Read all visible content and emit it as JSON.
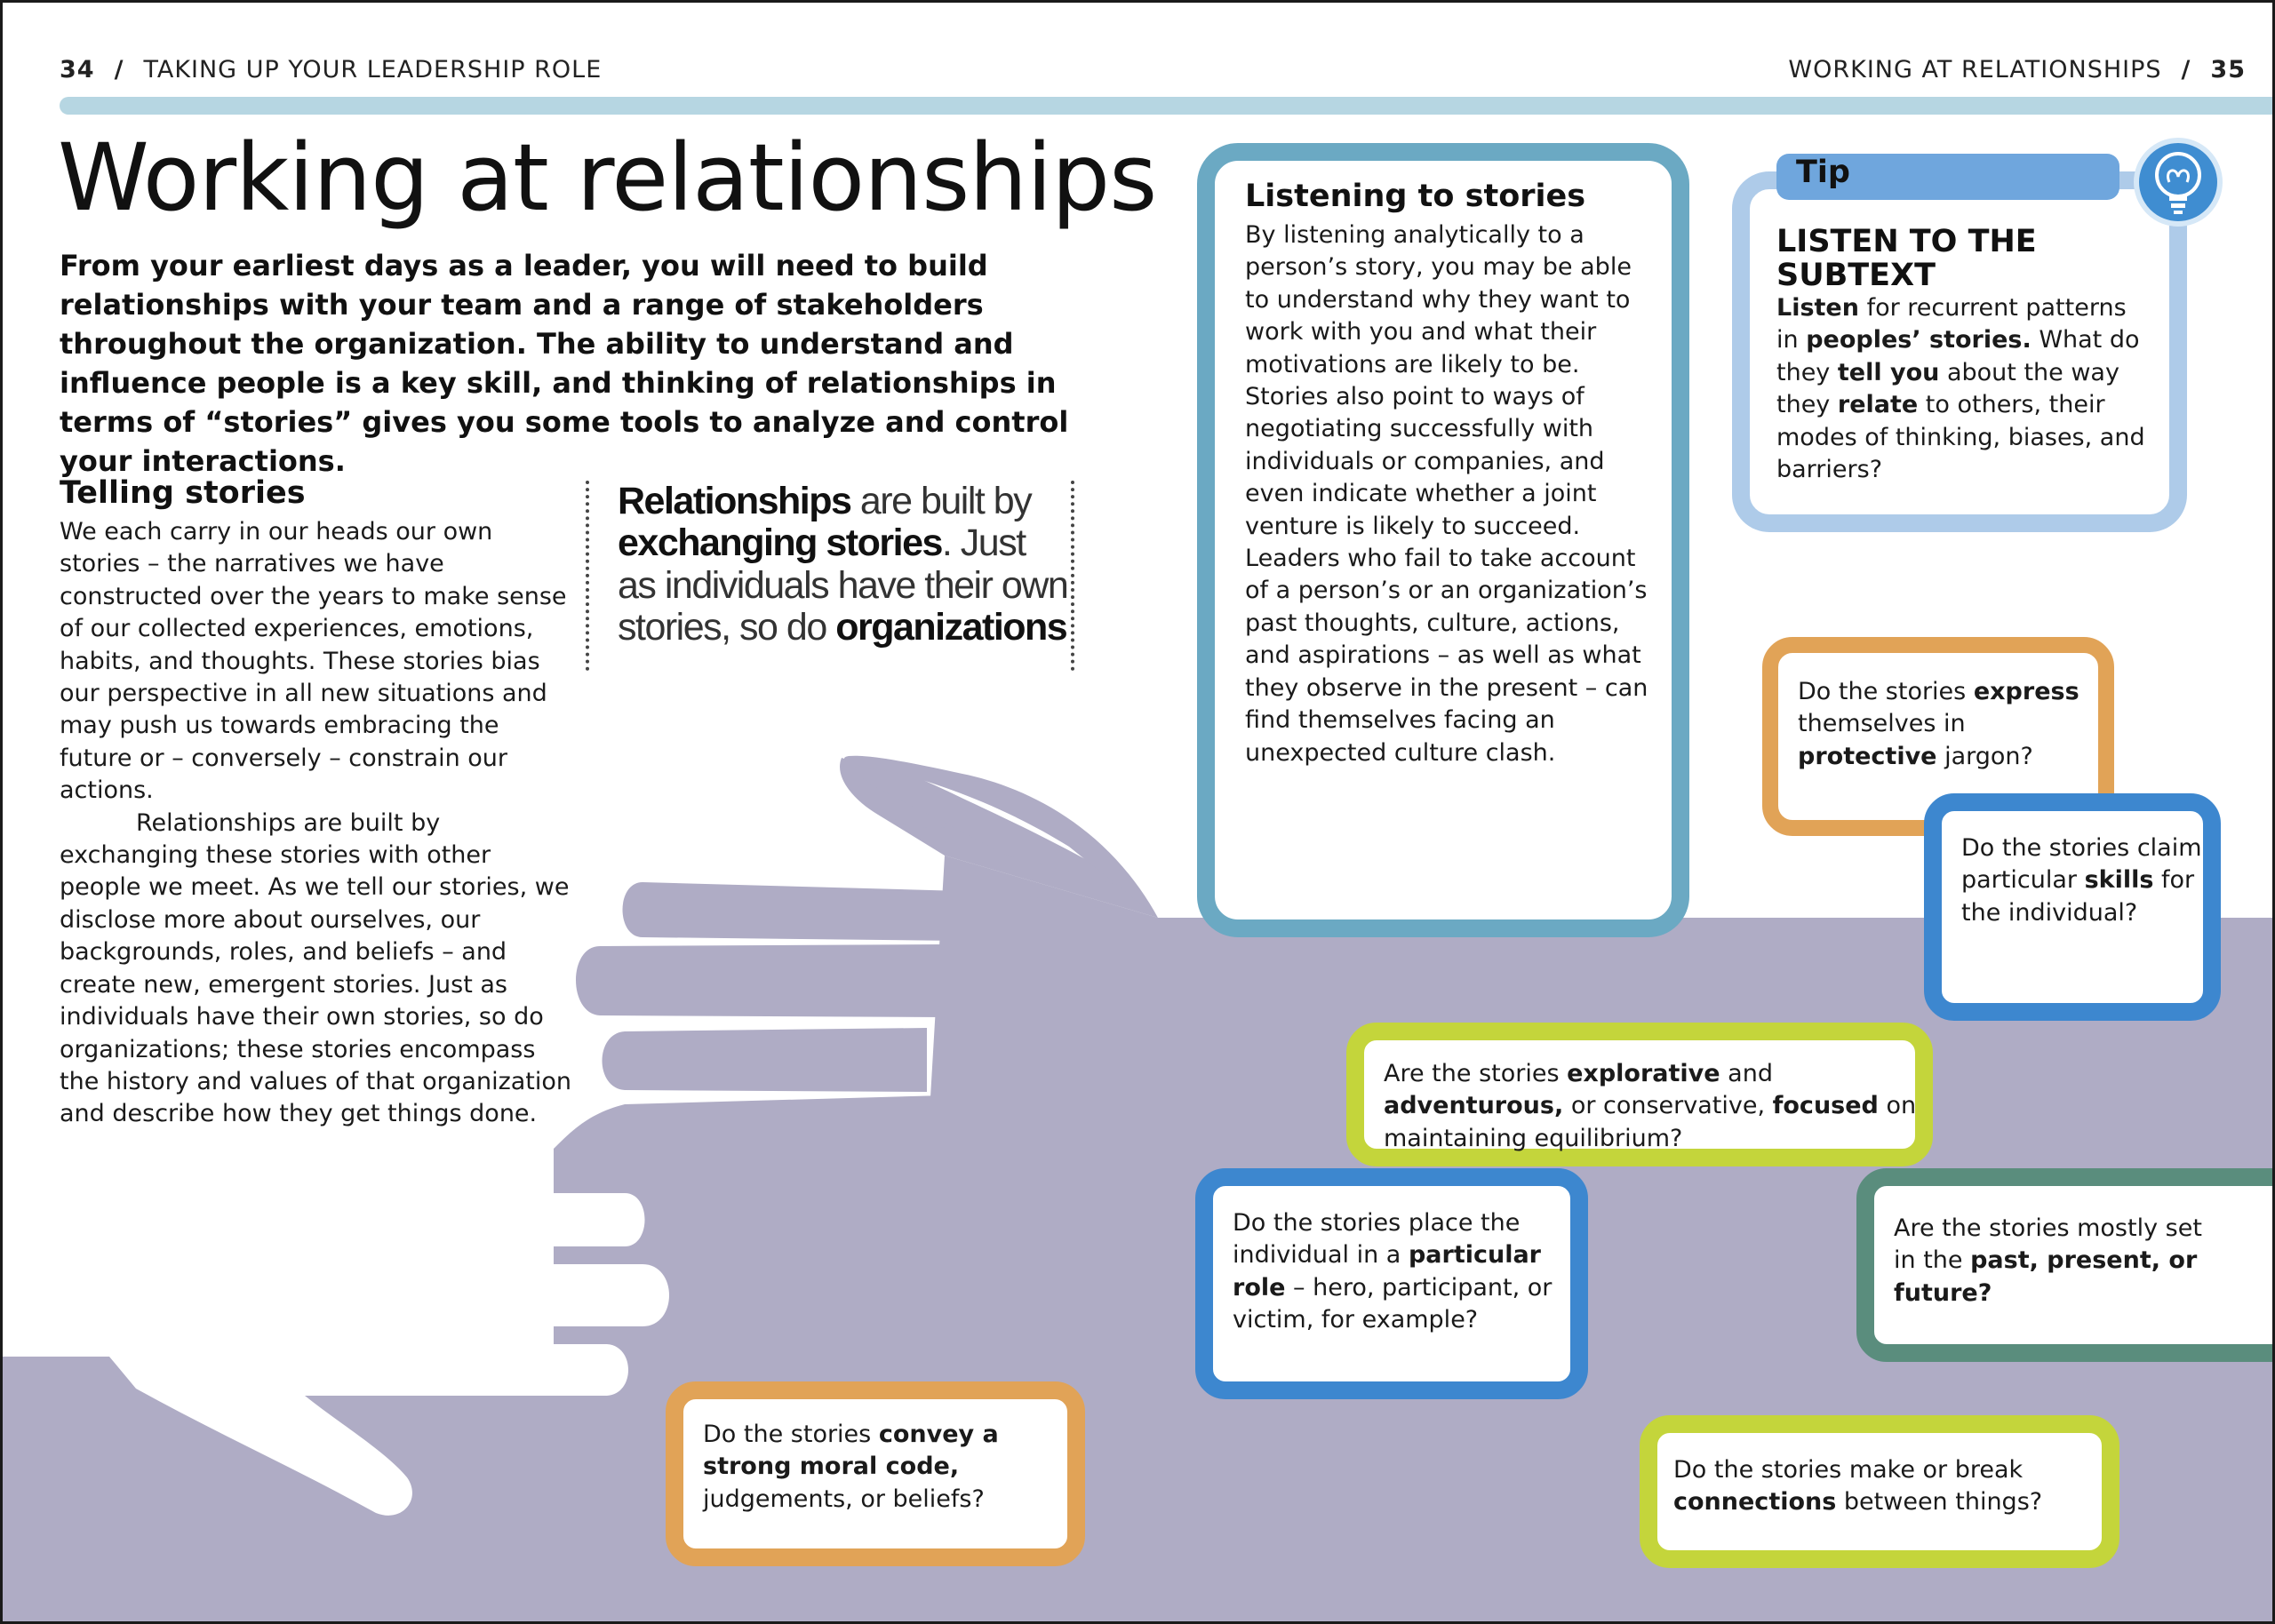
{
  "header": {
    "left_page_number": "34",
    "left_section": "TAKING UP YOUR LEADERSHIP ROLE",
    "right_section": "WORKING AT RELATIONSHIPS",
    "right_page_number": "35",
    "separator": "/"
  },
  "title": "Working at relationships",
  "intro": "From your earliest days as a leader, you will need to build relationships with your team and a range of stakeholders throughout the organization. The ability to understand and influence people is a key skill, and thinking of relationships in terms of “stories” gives you some tools to analyze and control your interactions.",
  "telling": {
    "heading": "Telling stories",
    "para1": "We each carry in our heads our own stories – the narratives we have constructed over the years to make sense of our collected experiences, emotions, habits, and thoughts. These stories bias our perspective in all new situations and may push us towards embracing the future or – conversely – constrain our actions.",
    "para2": "Relationships are built by exchanging these stories with other people we meet. As we tell our stories, we disclose more about ourselves, our backgrounds, roles, and beliefs – and create new, emergent stories. Just as individuals have their own stories, so do organizations; these stories encompass the history and values of that organization and describe how they get things done."
  },
  "quote": {
    "b1": "Relationships",
    "t1": " are built by ",
    "b2": "exchanging stories",
    "t2": ". Just as individuals have their own stories, so do ",
    "b3": "organizations"
  },
  "listening": {
    "heading": "Listening to stories",
    "body": "By listening analytically to a person’s story, you may be able to understand why they want to work with you and what their motivations are likely to be. Stories also point to ways of negotiating successfully with individuals or companies, and even indicate whether a joint venture is likely to succeed. Leaders who fail to take account of a person’s or an organization’s past thoughts, culture, actions, and aspirations – as well as what they observe in the present – can find themselves facing an unexpected culture clash."
  },
  "tip": {
    "label": "Tip",
    "heading": "LISTEN TO THE SUBTEXT",
    "b1": "Listen",
    "t1": " for recurrent patterns in ",
    "b2": "peoples’ stories.",
    "t2": " What do they ",
    "b3": "tell you",
    "t3": " about the way they ",
    "b4": "relate",
    "t4": " to others, their modes of thinking, biases, and barriers?"
  },
  "questions": {
    "express": {
      "t1": "Do the stories ",
      "b1": "express",
      "t2": " themselves in ",
      "b2": "protective",
      "t3": " jargon?"
    },
    "skills": {
      "t1": "Do the stories claim particular ",
      "b1": "skills",
      "t2": " for the individual?"
    },
    "explorative": {
      "t1": "Are the stories ",
      "b1": "explorative",
      "t2": " and ",
      "b2": "adventurous,",
      "t3": " or conservative, ",
      "b3": "focused",
      "t4": " on maintaining equilibrium?"
    },
    "role": {
      "t1": "Do the stories place the individual in a ",
      "b1": "particular role",
      "t2": " – hero, participant, or victim, for example?"
    },
    "time": {
      "t1": "Are the stories mostly set in the ",
      "b1": "past, present, or future?"
    },
    "moral": {
      "t1": "Do the stories ",
      "b1": "convey a strong moral code,",
      "t2": " judgements, or beliefs?"
    },
    "connections": {
      "t1": "Do the stories make or break ",
      "b1": "connections",
      "t2": " between things?"
    }
  },
  "colors": {
    "hand": "#afacc5",
    "rule": "#b6d6e2",
    "teal_box": "#6ba9c3",
    "tip_box": "#aecbe9",
    "orange": "#e1a357",
    "blue": "#3d87cf",
    "lime": "#c4d53b",
    "green": "#5a8d7d"
  },
  "icons": {
    "tip": "lightbulb-icon",
    "art": "hands-illustration"
  }
}
